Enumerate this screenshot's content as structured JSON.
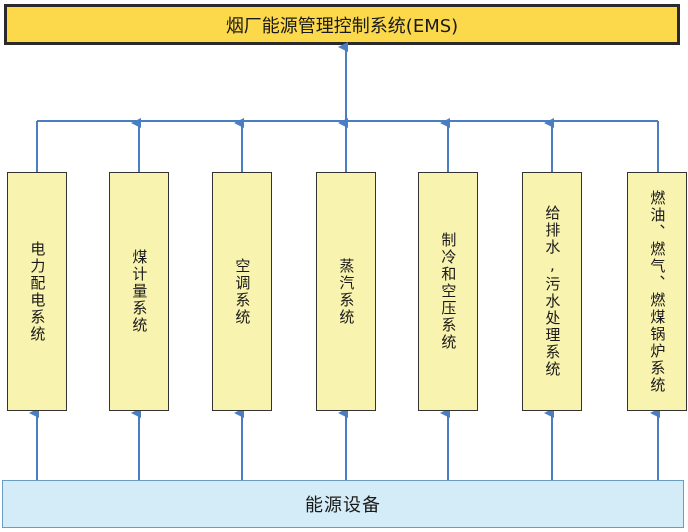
{
  "title": "烟厂能源管理控制系统(EMS)",
  "bottom": "能源设备",
  "systems": [
    "电力配电系统",
    "煤计量系统",
    "空调系统",
    "蒸汽系统",
    "制冷和空压系统",
    "给排水,污水处理系统",
    "燃油、燃气、燃煤锅炉系统"
  ],
  "colors": {
    "top_fill": "#fcd94a",
    "system_fill": "#f9f3b0",
    "bottom_fill": "#d4ecf7",
    "connector": "#4a7ec2"
  }
}
